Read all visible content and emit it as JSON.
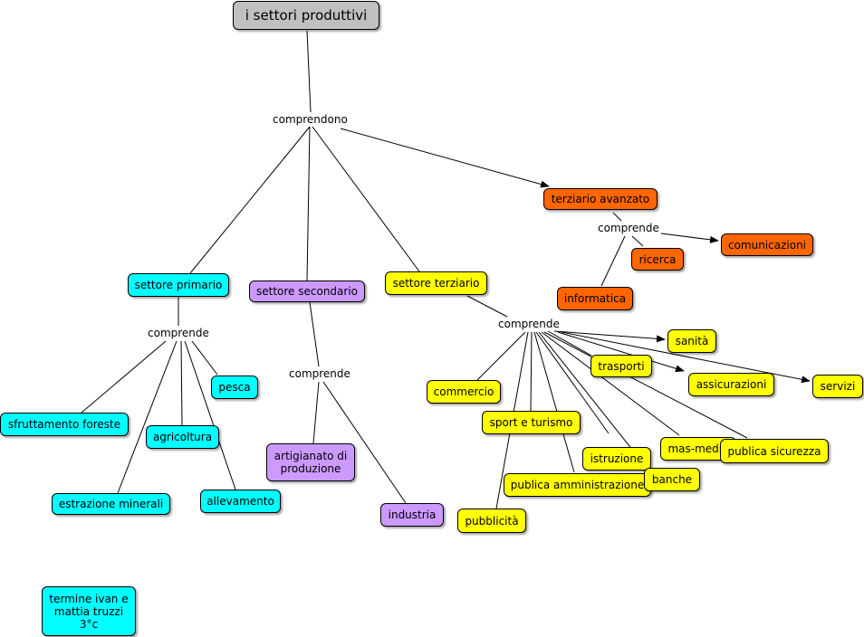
{
  "root": "i settori produttivi",
  "links": {
    "comprendono": "comprendono",
    "comprende_primario": "comprende",
    "comprende_secondario": "comprende",
    "comprende_terziario": "comprende",
    "comprende_avanzato": "comprende"
  },
  "sectors": {
    "primario": "settore primario",
    "secondario": "settore secondario",
    "terziario": "settore terziario",
    "avanzato": "terziario avanzato"
  },
  "primario_items": {
    "pesca": "pesca",
    "sfruttamento": "sfruttamento foreste",
    "agricoltura": "agricoltura",
    "estrazione": "estrazione minerali",
    "allevamento": "allevamento"
  },
  "secondario_items": {
    "artigianato": "artigianato di produzione",
    "industria": "industria"
  },
  "avanzato_items": {
    "comunicazioni": "comunicazioni",
    "ricerca": "ricerca",
    "informatica": "informatica"
  },
  "terziario_items": {
    "sanita": "sanità",
    "trasporti": "trasporti",
    "assicurazioni": "assicurazioni",
    "servizi": "servizi",
    "commercio": "commercio",
    "sport": "sport e turismo",
    "istruzione": "istruzione",
    "masmedia": "mas-media",
    "sicurezza": "publica sicurezza",
    "amministrazione": "publica amministrazione",
    "banche": "banche",
    "pubblicita": "pubblicità"
  },
  "footer": "termine ivan e mattia truzzi 3°c",
  "colors": {
    "root": "#c0c0c0",
    "primario": "#00ffff",
    "secondario": "#cc99ff",
    "terziario": "#ffff00",
    "avanzato": "#ff6600"
  }
}
